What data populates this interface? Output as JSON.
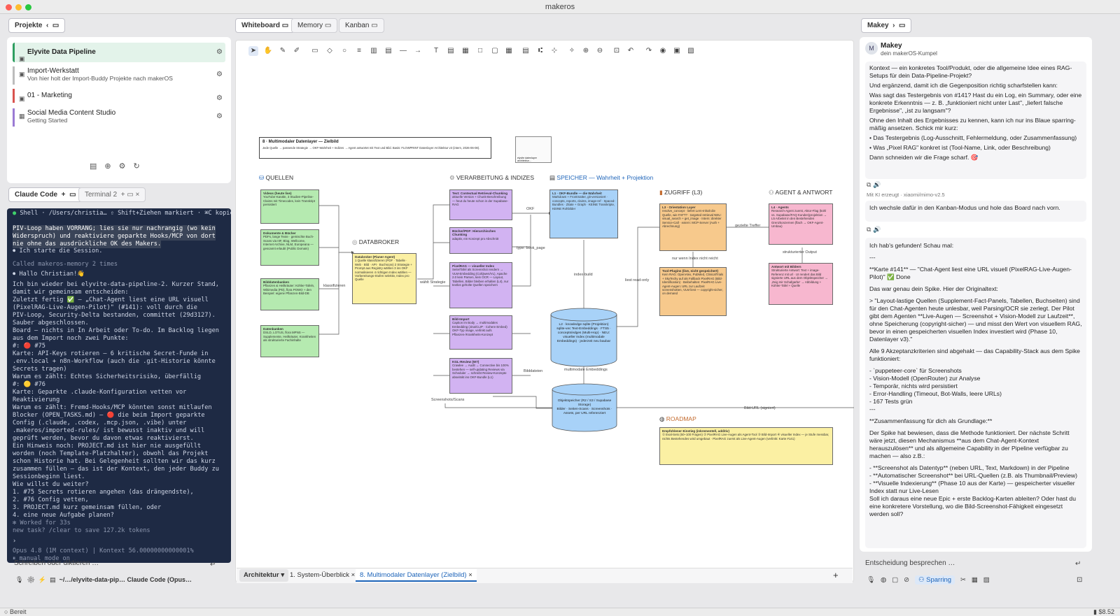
{
  "window": {
    "title": "makeros"
  },
  "status": {
    "left": "Bereit",
    "right": "$8.52"
  },
  "left": {
    "tab": "Projekte",
    "projects": [
      {
        "name": "Elyvite Data Pipeline",
        "sub": "",
        "color": "#2e9e60"
      },
      {
        "name": "Import-Werkstatt",
        "sub": "Von hier holt der Import-Buddy Projekte nach makerOS",
        "color": "#bcbcbc"
      },
      {
        "name": "01 - Marketing",
        "sub": "",
        "color": "#d9534f"
      },
      {
        "name": "Social Media Content Studio",
        "sub": "Getting Started",
        "color": "#9b7bd4"
      }
    ],
    "terminal_tabs": [
      "Claude Code",
      "Terminal 2"
    ],
    "terminal": {
      "header": "Shell · /Users/christia…   ⇧ Shift+Ziehen markiert · ⌘C kopiert",
      "lines": [
        "PIV-Loop haben VORRANG; lies sie nur nachrangig (wo kein",
        "Widerspruch) und reaktiviere geparkte Hooks/MCP von dort",
        "nie ohne das ausdrückliche OK des Makers.",
        "⏺ Ich starte die Session.",
        "  Called makeros-memory 2 times",
        "⏺ Hallo Christian!👋",
        "  Ich bin wieder bei elyvite-data-pipeline-2. Kurzer Stand,",
        "  damit wir gemeinsam entscheiden:",
        "  Zuletzt fertig ✅ — „Chat-Agent liest eine URL visuell",
        "  (PixelRAG-Live-Augen-Pilot)\" (#141): voll durch die",
        "  PIV-Loop, Security-Delta bestanden, committet (29d3127).",
        "  Sauber abgeschlossen.",
        "  Board — nichts in In Arbeit oder To-do. Im Backlog liegen",
        "  aus dem Import noch zwei Punkte:",
        "  #: 🔴  #75",
        "  Karte: API-Keys rotieren — 6 kritische Secret-Funde in",
        "  .env.local + n8n-Workflow (auch die .git-Historie könnte",
        "  Secrets tragen)",
        "  Warum es zählt: Echtes Sicherheitsrisiko, überfällig",
        "  #: 🟡  #76",
        "  Karte: Geparkte .claude-Konfiguration vetten vor",
        "  Reaktivierung",
        "  Warum es zählt: Fremd-Hooks/MCP könnten sonst mitlaufen",
        "  Blocker (OPEN_TASKS.md) — 🔴  die beim Import geparkte",
        "  Config (.claude, .codex, .mcp.json, .vibe) unter",
        "  .makeros/imported-rules/ ist bewusst inaktiv und will",
        "  geprüft werden, bevor du davon etwas reaktivierst.",
        "  Ein Hinweis noch: PROJECT.md ist hier nie ausgefüllt",
        "  worden (noch Template-Platzhalter), obwohl das Projekt",
        "  schon Historie hat. Bei Gelegenheit sollten wir das kurz",
        "  zusammen füllen — das ist der Kontext, den jeder Buddy zu",
        "  Sessionbeginn liest.",
        "  Wie willst du weiter?",
        "  1. #75 Secrets rotieren angehen (das drängendste),",
        "  2. #76 Config vetten,",
        "  3. PROJECT.md kurz gemeinsam füllen, oder",
        "  4. eine neue Aufgabe planen?",
        "✻ Worked for 33s",
        "                new task? /clear to save 127.2k tokens",
        "›",
        "Opus 4.8 (1M context) | Kontext 56.00000000000001%",
        "⏸ manual mode on"
      ]
    },
    "chat_placeholder": "Schreiben oder diktieren …",
    "chat_footer": "~/…/elyvite-data-pip…   Claude Code (Opus…"
  },
  "center": {
    "tabs": [
      "Whiteboard",
      "Memory",
      "Kanban"
    ],
    "bottom_tabs": [
      "Architektur ▾",
      "1. System-Überblick",
      "8. Multimodaler Datenlayer (Zielbild)"
    ],
    "diagram": {
      "title": "8 · Multimodaler Datenlayer — Zielbild",
      "subtitle": "Jede Quelle → passende Strategie → OKF-Wahrheit + Indizes → Agent antwortet mit Text und Bild. Basis: FLOWPRINT Datenlayer Architektur v3 (intern, 2026-06-08).",
      "thumb": "elyvite datenlayer architektur…",
      "sections": {
        "quellen": "QUELLEN",
        "databroker": "DATABROKER",
        "verarbeitung": "VERARBEITUNG & INDIZES",
        "speicher": "SPEICHER — Wahrheit + Projektion",
        "zugriff": "ZUGRIFF (L3)",
        "agent": "AGENT & ANTWORT",
        "roadmap": "ROADMAP"
      },
      "nodes": {
        "q1": {
          "t": "Videos (heute live)",
          "d": "YouTube-Kanäle, 3 Studien-Pipeline-Claims mit Timecodes, kein Transkript persistiert"
        },
        "q2": {
          "t": "Dokumente & Bücher",
          "d": "PDFs, lange Texte · gemischte Buch-Scans via IIIF, Blog, Wellcome, Internet Archive, NLM, Europeana — gescannt erlaubt (Public Domain)"
        },
        "q3": {
          "t": "Bilddatenbanken",
          "d": "Pflanzen & Heilkräuter: Köhler-Tafeln, Wikimedia (PD), flora POWO + den Beispiel: eigene Pflanzen-Bild-DB"
        },
        "q4": {
          "t": "Datenbanken",
          "d": "DSLD, LOTUS, flora MPNS — Supplemente, Heilkräuter, Krankheiten als strukturierte Fachinhalte"
        },
        "db": {
          "t": "Databroker (Planer-Agent)",
          "d": "1 Quelle klassifizieren (PDF · Tabelle · Web · Bild · API · Buchscan)  2 Strategie + Prompt aus Registry wählen  3 ins OKF normalisieren  4 richtigen Index wählen — Vorbereitungs-Stufen selektiv, Index pro Quelle"
        },
        "v1": {
          "t": "Text: Contextual Retrieval-Chunking",
          "d": "aktuelle Version + Chunk-Beschreibung — heut du heute schon in der Supabase-RAG"
        },
        "v2": {
          "t": "Bücher/PDF: Hierarchisches Chunking",
          "d": "adaptiv, ein Konzept pro Abschnitt"
        },
        "v3": {
          "t": "PixelRAG — visueller Index",
          "d": "Seite/Tafel als Screenshot rendern → VLM-Embedding (ColQwen/VL), Apache 2.0 kein Parsen, kein OCR — Layout, Tabellen, Bilder bleiben erhalten (L4), nur textlos geholte Quellen speichern"
        },
        "v4": {
          "t": "Bild-Import",
          "d": "Caption im Body → multimodales Embedding (Jina/CLIP · Cohere Embed) OKF-Typ image, verlinkt aufs Pflanzen-/Krankheits-Konzept"
        },
        "v5": {
          "t": "KGL-Review (W7)",
          "d": "Crawlee → Audit → Connective bis 100% bestehen — self-updating Reviews via Scheduler → schreibt Review-Konzepte abseitskt ins OKF-Bundle (L1)"
        },
        "s1": {
          "t": "L1 · OKF-Bundle — die Wahrheit",
          "d": "Markdown + Frontmatter, git-versioniert · concepts, reports, claims, image-ref · Spaced-Bundles · Zitate + Graph · KEINE Transkripte, KEINE Rohbilder"
        },
        "s2": {
          "t": "L2 · knowledge sqlite (Projektion)",
          "d": "sqlite-vec Text-Embeddings · FTS5 · concepts/edges (Multi-Hop) · NEU: visueller Index (multimodale Embeddings) · jederzeit neu baubar"
        },
        "s3": {
          "t": "Objektspeicher (R2 / S3 / Supabase Storage)",
          "d": "Bilder · Seiten-Scans · Screenshots · Assets, per URL referenziert"
        },
        "z1": {
          "t": "L3 · Orientation Layer",
          "d": "resolve_concept · liefert Lern-Inhalt die Quelle, wie FAFT? · targeted retrieval NEU: visual_search + get_image · Intern: direkter Service-Call · extern: MCP-Server (Auth + Abrechnung)"
        },
        "z2": {
          "t": "Tool-Plugins (live, nicht gespeichert)",
          "d": "Kein RAG: OpenAlex, PubMed, ClinicalTrials + SkyTechy auf als Fallback PixelRAG (Bild-Identification) · Beibehalten: PixelRAG Live-Agent-Augen: URL zur Laufzeit screenshotten, VLM liest — copyright-sicher, on demand"
        },
        "a1": {
          "t": "L4 · Agents",
          "d": "Research-Agent zuerst, Aktor-Flag (kühl vs. Supabase/FAQ Kunden)projektion → L5 Arbeitet in den Bestehenden Grenzkonzernen (flach → OKF-Agent-Umbau)"
        },
        "a2": {
          "t": "Antwort mit Bildern",
          "d": "Strukturierte Antwort: Text + image-Referenz mit url · UI rendert das Bild signierte URL aus dem Objektspeicher → ‚Zeig mir Schafgarbe' → Abbildung + Köhler-Tafel + Quelle"
        },
        "r1": {
          "t": "Empfohlener Einstieg (inkrementell, additiv)",
          "d": "① Eval-Sets (50–100 Fragen) ② PixelRAG Live-Augen als Agent-Tool ③ Bild-Import ④ visueller Index — je Stufe messbar, nichts Bestehendes wird umgebaut · PixelRAG zuerst als Live-Agent-Augen (verlinkt: Karte #141)"
        }
      },
      "edges": [
        "klassifizieren",
        "wählt Strategie",
        "OKF",
        "type: book_page",
        "index-build",
        "liest read-only",
        "gezielte Treffer",
        "nur wenn Index nicht reicht",
        "strukturierter Output",
        "multimodale Embeddings",
        "Bilddateien",
        "Screenshots/Scans",
        "Bild-URL (signiert)"
      ]
    }
  },
  "right": {
    "tab": "Makey",
    "assistant": {
      "name": "Makey",
      "sub": "dein makerOS-Kumpel",
      "avatar": "M"
    },
    "msg1": [
      "Kontext — ein konkretes Tool/Produkt, oder die allgemeine Idee eines RAG-Setups für dein Data-Pipeline-Projekt?",
      "Und ergänzend, damit ich die Gegenposition richtig scharfstellen kann:",
      "Was sagt das Testergebnis von #141? Hast du ein Log, ein Summary, oder eine konkrete Erkenntnis — z. B. „funktioniert nicht unter Last\", „liefert falsche Ergebnisse\", „ist zu langsam\"?",
      "Ohne den Inhalt des Ergebnisses zu kennen, kann ich nur ins Blaue sparring-mäßig ansetzen. Schick mir kurz:",
      "• Das Testergebnis (Log-Ausschnitt, Fehlermeldung, oder Zusammenfassung)",
      "• Was „Pixel RAG\" konkret ist (Tool-Name, Link, oder Beschreibung)",
      "Dann schneiden wir die Frage scharf. 🎯"
    ],
    "ai_note": "Mit KI erzeugt · xiaomi/mimo-v2.5",
    "user_msg": "Ich wechsle dafür in den Kanban-Modus und hole das Board nach vorn.",
    "msg2": [
      "Ich hab's gefunden! Schau mal:",
      "---",
      "**Karte #141** — \"Chat-Agent liest eine URL visuell (PixelRAG-Live-Augen-Pilot)\" ✅ Done",
      "Das war genau dein Spike. Hier der Originaltext:",
      "> \"Layout-lastige Quellen (Supplement-Fact-Panels, Tabellen, Buchseiten) sind für den Chat-Agenten heute unlesbar, weil Parsing/OCR sie zerlegt. Der Pilot gibt dem Agenten **Live-Augen — Screenshot + Vision-Modell zur Laufzeit**, ohne Speicherung (copyright-sicher) — und misst den Wert von visuellem RAG, bevor in einen gespeicherten visuellen Index investiert wird (Phase 10, Datenlayer v3).\"",
      "Alle 9 Akzeptanzkriterien sind abgehakt — das Capability-Stack aus dem Spike funktioniert:",
      "- `puppeteer-core` für Screenshots",
      "- Vision-Modell (OpenRouter) zur Analyse",
      "- Temporär, nichts wird persistiert",
      "- Error-Handling (Timeout, Bot-Walls, leere URLs)",
      "- 167 Tests grün",
      "---",
      "**Zusammenfassung für dich als Grundlage:**",
      "Der Spike hat bewiesen, dass die Methode funktioniert. Der nächste Schritt wäre jetzt, diesen Mechanismus **aus dem Chat-Agent-Kontext herauszulösen** und als allgemeine Capability in der Pipeline verfügbar zu machen — also z.B.:",
      "- **Screenshot als Datentyp** (neben URL, Text, Markdown) in der Pipeline",
      "- **Automatischer Screenshot** bei URL-Quellen (z.B. als Thumbnail/Preview)",
      "- **Visuelle Indexierung** (Phase 10 aus der Karte) — gespeicherter visueller Index statt nur Live-Lesen",
      "Soll ich daraus eine neue Epic + erste Backlog-Karten ableiten? Oder hast du eine konkretere Vorstellung, wo die Bild-Screenshot-Fähigkeit eingesetzt werden soll?"
    ],
    "input_placeholder": "Entscheidung besprechen …",
    "mode": "Sparring"
  }
}
